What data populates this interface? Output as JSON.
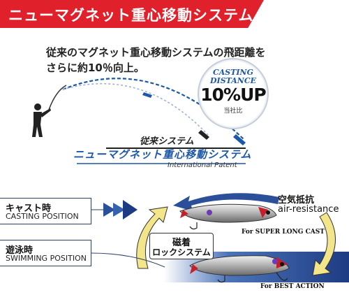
{
  "header": {
    "title": "ニューマグネット重心移動システム"
  },
  "description": {
    "line1": "従来のマグネット重心移動システムの飛距離を",
    "line2": "さらに約10％向上。"
  },
  "badge": {
    "line1": "CASTING",
    "line2": "DISTANCE",
    "value": "10%UP",
    "note": "当社比"
  },
  "trajectory": {
    "legacy_label": "従来システム",
    "new_label": "ニューマグネット重心移動システム",
    "patent": "International Patent"
  },
  "modes": [
    {
      "label_jp": "キャスト時",
      "label_en": "CASTING POSITION"
    },
    {
      "label_jp": "遊泳時",
      "label_en": "SWIMMING POSITION"
    }
  ],
  "air": {
    "label_jp": "空気抵抗",
    "label_en": "air-resistance"
  },
  "tags": {
    "long_cast": "For SUPER LONG CAST",
    "best_action": "For BEST ACTION"
  },
  "magnet": {
    "line1": "磁着",
    "line2": "ロックシステム"
  },
  "colors": {
    "red": "#e0202a",
    "blue": "#1c57a8",
    "yellow": "#f3e58a",
    "navy": "#1d3b82"
  }
}
